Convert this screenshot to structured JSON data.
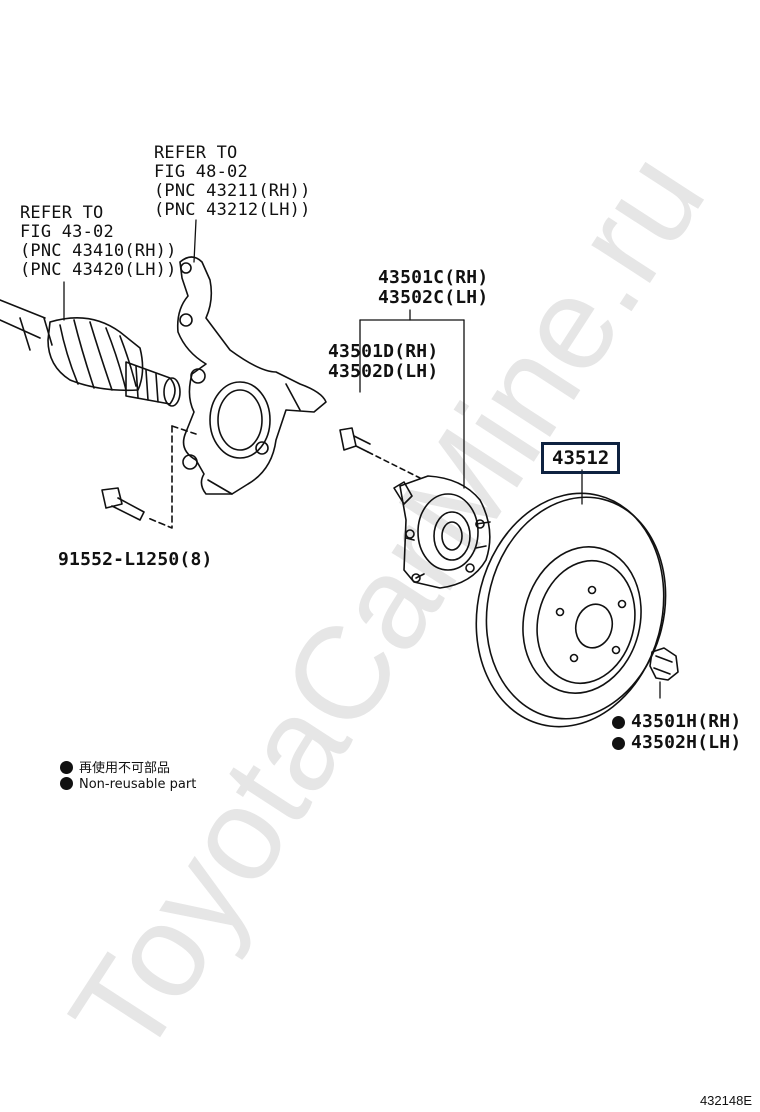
{
  "watermark": "ToyotaCarMine.ru",
  "figure_id": "432148E",
  "labels": {
    "knuckle_ref": [
      "REFER TO",
      "FIG 48-02",
      "(PNC 43211(RH))",
      "(PNC 43212(LH))"
    ],
    "driveshaft_ref": [
      "REFER TO",
      "FIG 43-02",
      "(PNC 43410(RH))",
      "(PNC 43420(LH))"
    ],
    "hub_assy": [
      "43501C(RH)",
      "43502C(LH)"
    ],
    "hub_bolt": [
      "43501D(RH)",
      "43502D(LH)"
    ],
    "knuckle_bolt": "91552-L1250(8)",
    "disc": "43512",
    "nut_rh": "43501H(RH)",
    "nut_lh": "43502H(LH)"
  },
  "legend": {
    "line1": "再使用不可部品",
    "line2": "Non-reusable part"
  }
}
